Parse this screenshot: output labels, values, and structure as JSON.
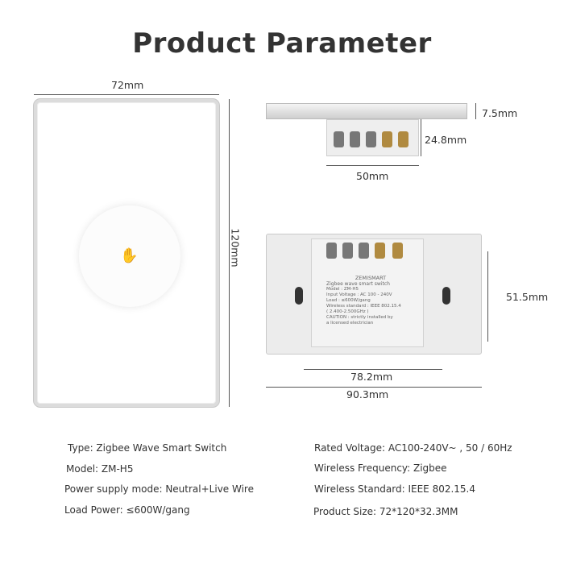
{
  "title": "Product Parameter",
  "dimensions": {
    "front_width": "72mm",
    "front_height": "120mm",
    "plate_thickness": "7.5mm",
    "body_depth": "24.8mm",
    "body_width": "50mm",
    "mount_height": "51.5mm",
    "hole_spacing": "78.2mm",
    "back_width": "90.3mm"
  },
  "module_label": {
    "brand": "ZEMISMART",
    "name": "Zigbee wave smart switch",
    "lines": [
      "Model : ZM-H5",
      "Input Voltage : AC 100 - 240V",
      "Load : ≤600W/gang",
      "Wireless standard : IEEE 802.15.4",
      "( 2.400-2.500GHz )",
      "CAUTION : strictly installed by",
      "a licensed electrician"
    ]
  },
  "specs": {
    "left": [
      "Type: Zigbee Wave Smart Switch",
      "Model: ZM-H5",
      "Power supply mode: Neutral+Live Wire",
      "Load Power: ≤600W/gang"
    ],
    "right": [
      "Rated Voltage: AC100-240V~ , 50 / 60Hz",
      "Wireless Frequency: Zigbee",
      "Wireless Standard: IEEE 802.15.4",
      "Product Size: 72*120*32.3MM"
    ]
  }
}
